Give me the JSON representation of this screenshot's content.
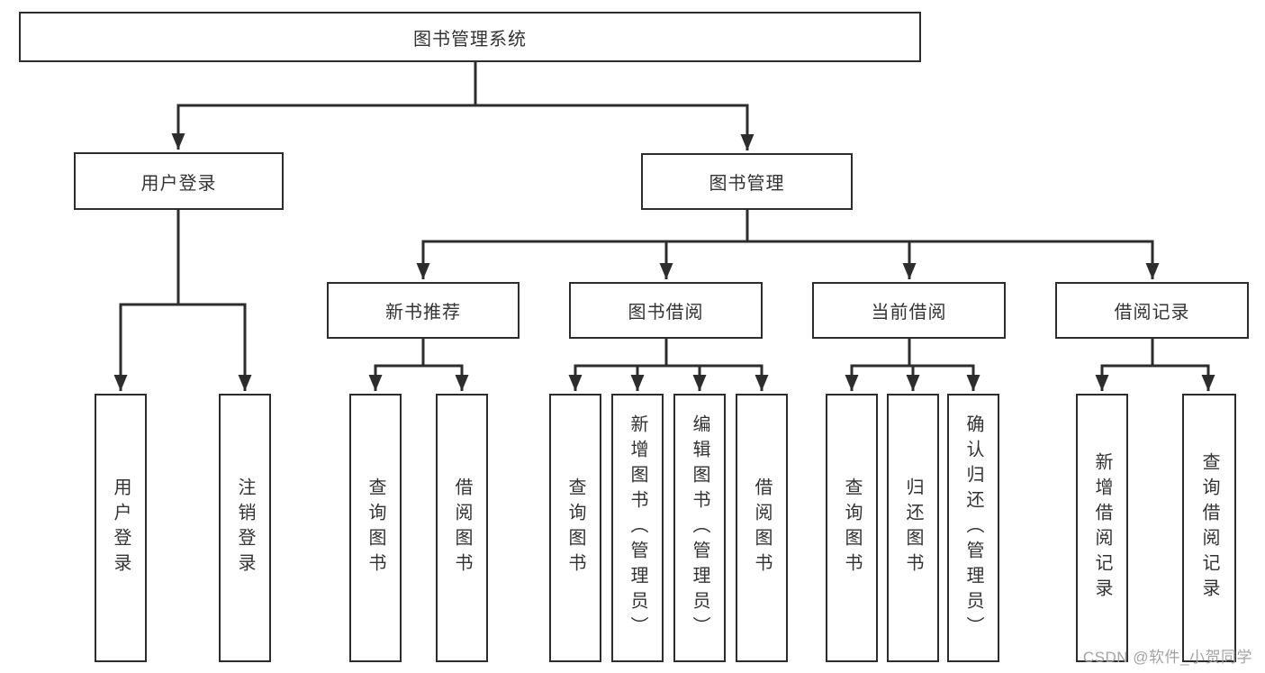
{
  "tree": {
    "label": "图书管理系统",
    "children": [
      {
        "label": "用户登录",
        "children": [
          {
            "label": "用户登录"
          },
          {
            "label": "注销登录"
          }
        ]
      },
      {
        "label": "图书管理",
        "children": [
          {
            "label": "新书推荐",
            "children": [
              {
                "label": "查询图书"
              },
              {
                "label": "借阅图书"
              }
            ]
          },
          {
            "label": "图书借阅",
            "children": [
              {
                "label": "查询图书"
              },
              {
                "label": "新增图书（管理员）"
              },
              {
                "label": "编辑图书（管理员）"
              },
              {
                "label": "借阅图书"
              }
            ]
          },
          {
            "label": "当前借阅",
            "children": [
              {
                "label": "查询图书"
              },
              {
                "label": "归还图书"
              },
              {
                "label": "确认归还（管理员）"
              }
            ]
          },
          {
            "label": "借阅记录",
            "children": [
              {
                "label": "新增借阅记录"
              },
              {
                "label": "查询借阅记录"
              }
            ]
          }
        ]
      }
    ]
  },
  "watermark": "CSDN @软件_小贺同学",
  "colors": {
    "line": "#2d2d2d",
    "text": "#333333",
    "watermark": "#a3a3a3",
    "background": "#ffffff"
  }
}
